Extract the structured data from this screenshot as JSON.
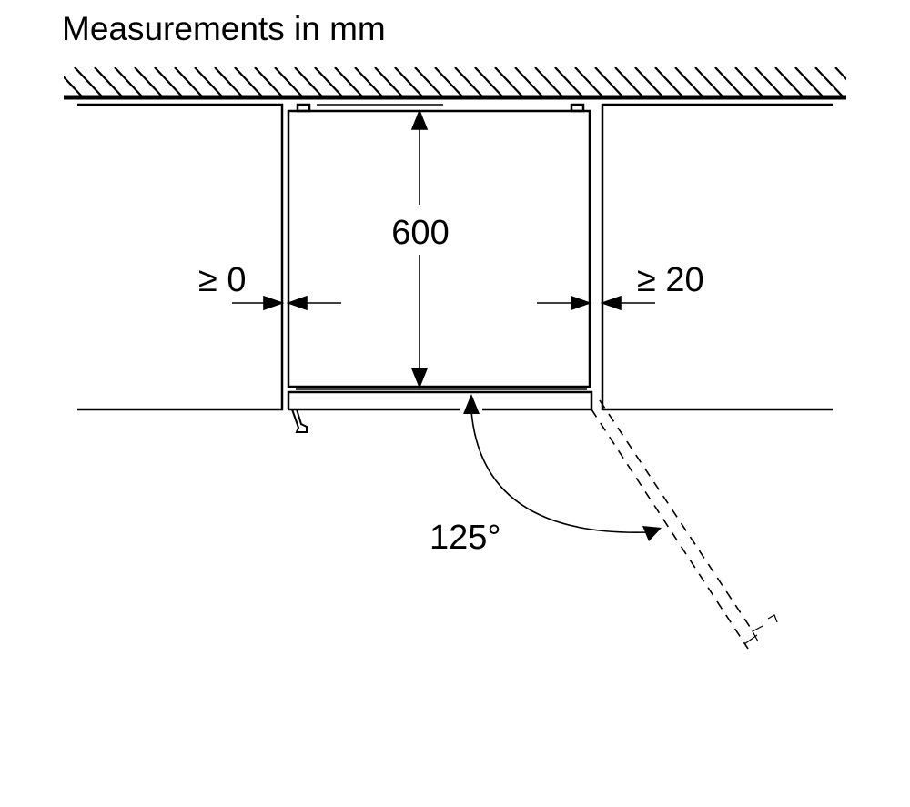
{
  "title": "Measurements in mm",
  "dimensions": {
    "depth": "600",
    "left_gap": "≥ 0",
    "right_gap": "≥ 20",
    "door_angle": "125°"
  },
  "colors": {
    "line": "#000000",
    "background": "#ffffff"
  }
}
